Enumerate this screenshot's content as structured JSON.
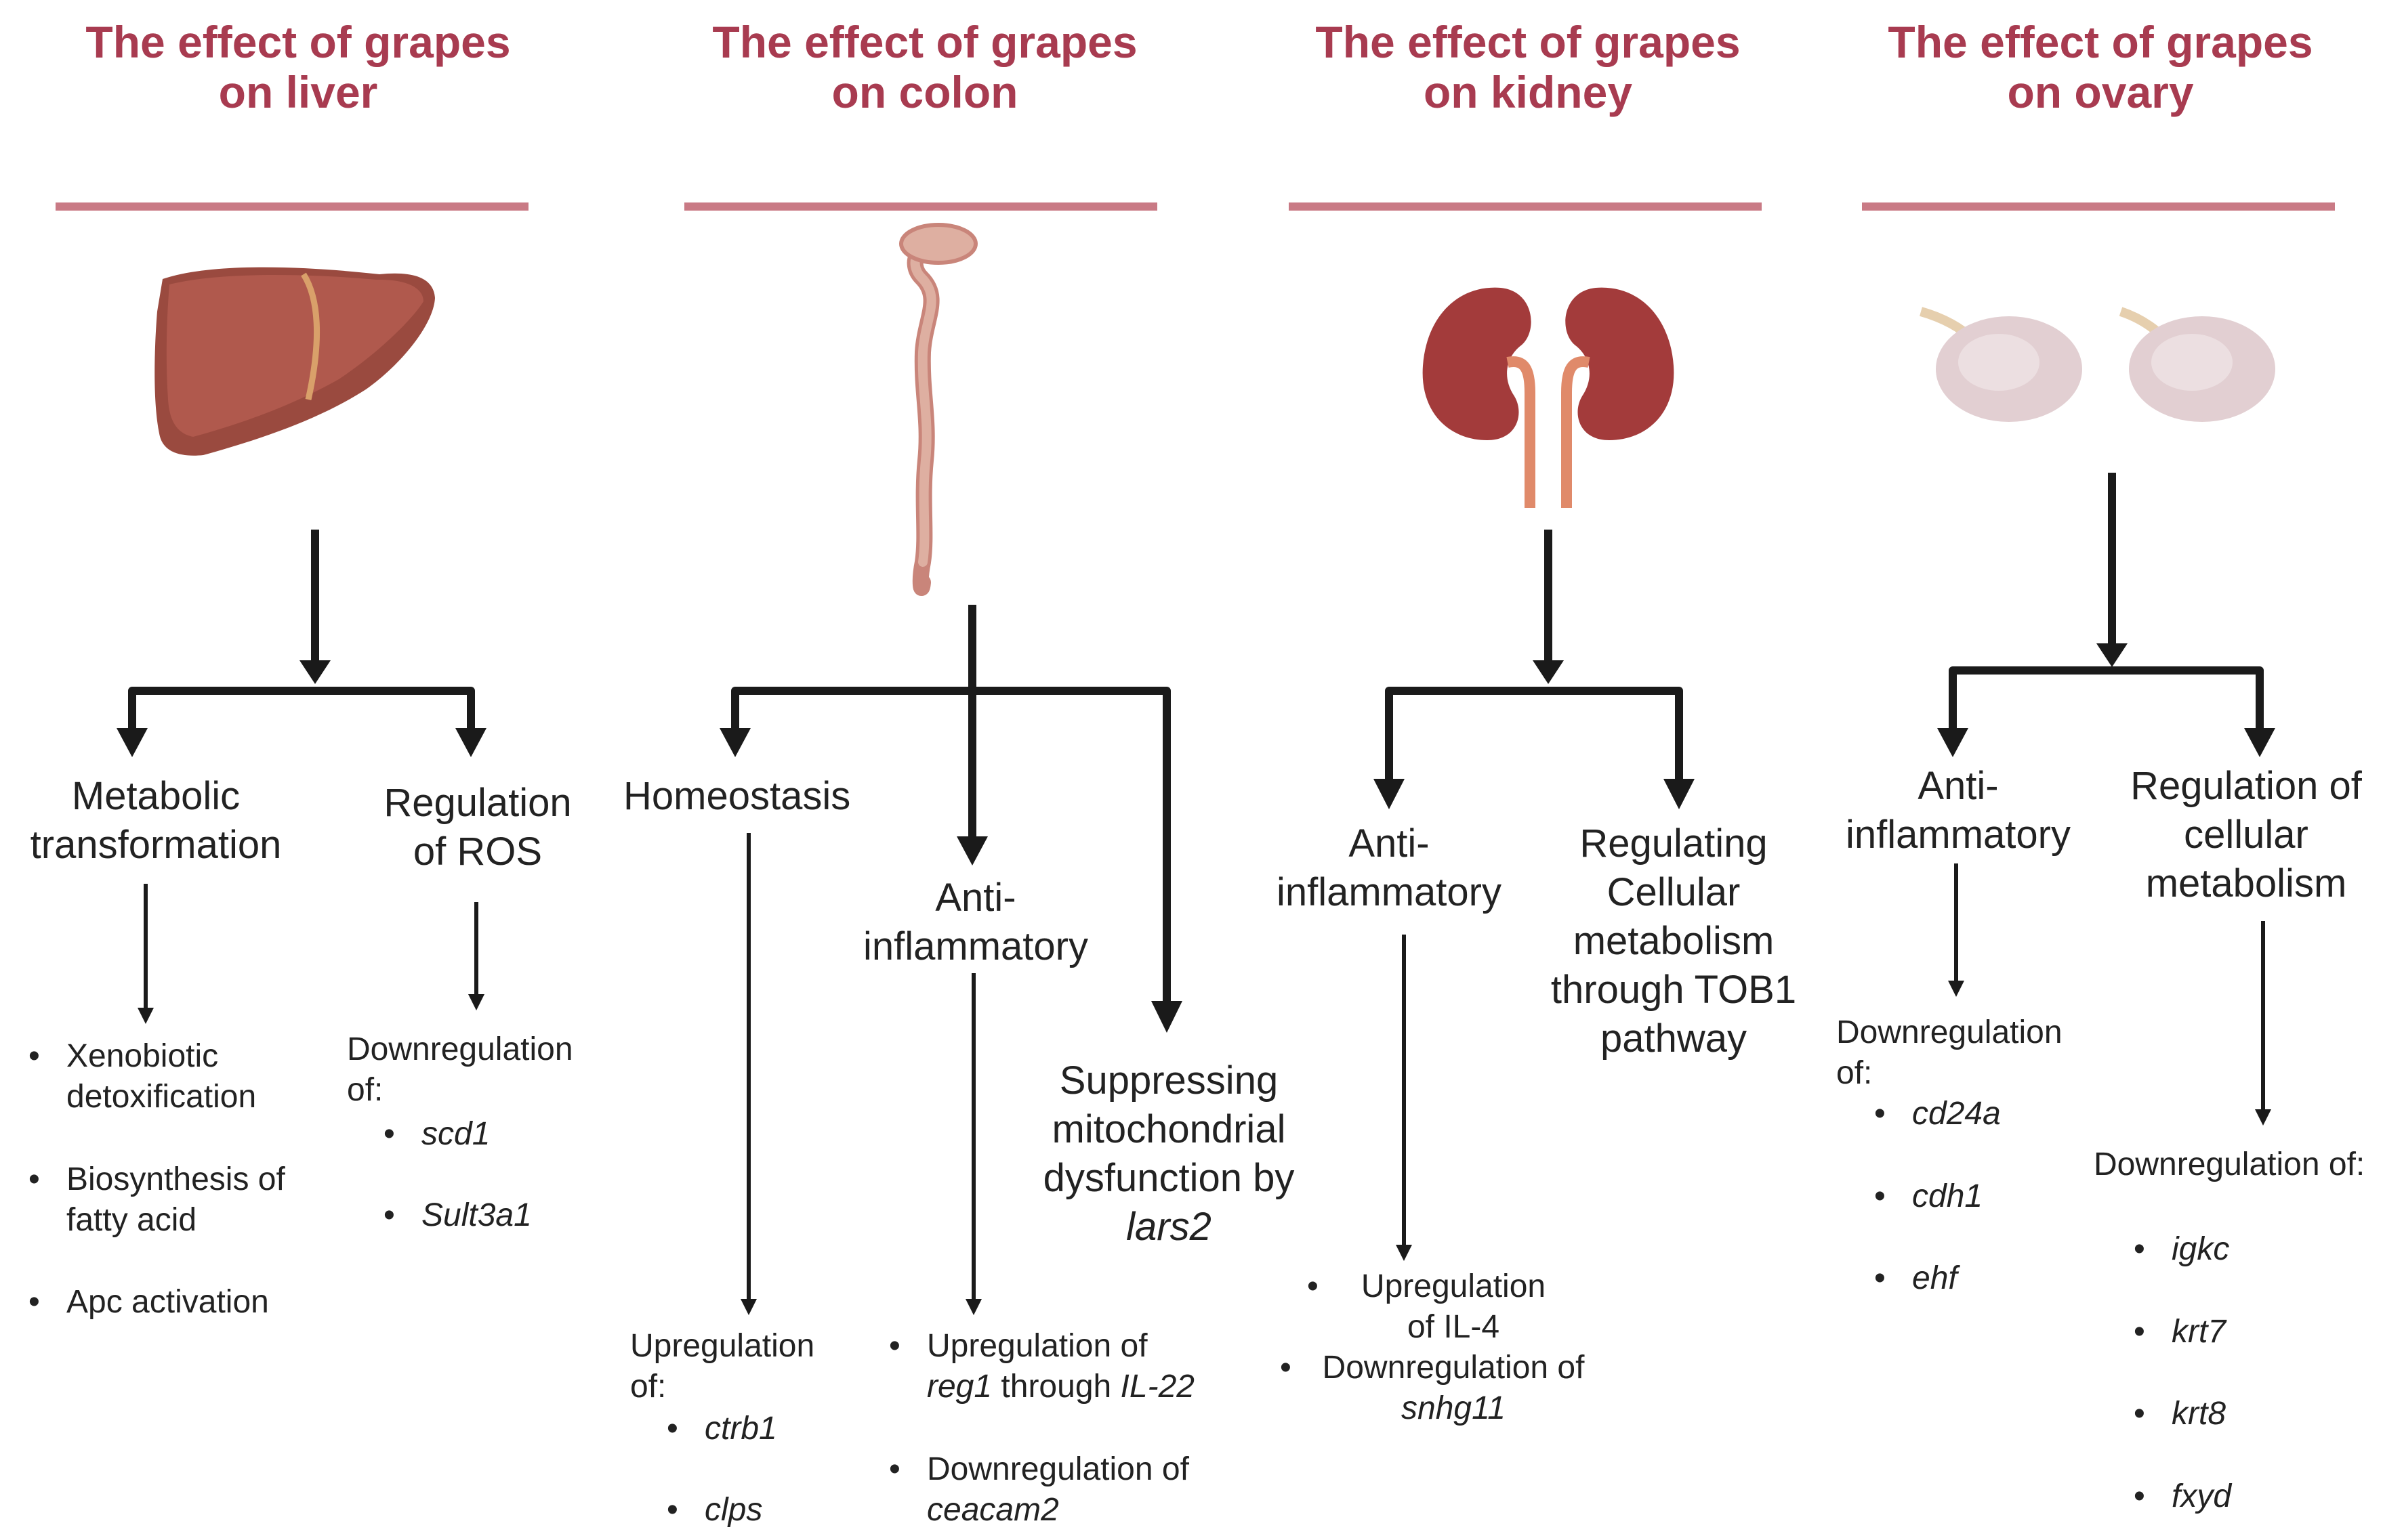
{
  "columns": [
    {
      "id": "liver",
      "title": "The effect of grapes on liver",
      "branches": [
        {
          "label": "Metabolic transformation",
          "items": [
            "Xenobiotic detoxification",
            "Biosynthesis of fatty acid",
            "Apc activation"
          ]
        },
        {
          "label": "Regulation of ROS",
          "heading": "Downregulation of:",
          "genes": [
            "scd1",
            "Sult3a1"
          ]
        }
      ]
    },
    {
      "id": "colon",
      "title": "The effect of grapes on colon",
      "branches": [
        {
          "label": "Homeostasis",
          "heading": "Upregulation of:",
          "genes": [
            "ctrb1",
            "clps"
          ]
        },
        {
          "label": "Anti-inflammatory",
          "items": [
            "Upregulation of reg1 through IL-22",
            "Downregulation of ceacam2"
          ]
        },
        {
          "label": "Suppressing mitochondrial dysfunction by lars2"
        }
      ]
    },
    {
      "id": "kidney",
      "title": "The effect of grapes on kidney",
      "branches": [
        {
          "label": "Anti-inflammatory",
          "items": [
            "Upregulation of IL-4",
            "Downregulation of snhg11"
          ]
        },
        {
          "label": "Regulating Cellular metabolism through TOB1 pathway"
        }
      ]
    },
    {
      "id": "ovary",
      "title": "The effect of grapes on ovary",
      "branches": [
        {
          "label": "Anti-inflammatory",
          "heading": "Downregulation of:",
          "genes": [
            "cd24a",
            "cdh1",
            "ehf"
          ]
        },
        {
          "label": "Regulation of cellular metabolism",
          "heading": "Downregulation of:",
          "genes": [
            "igkc",
            "krt7",
            "krt8",
            "fxyd"
          ]
        }
      ]
    }
  ],
  "colors": {
    "title": "#a83b50",
    "rule": "#c97a85",
    "liver": "#9a4a3f",
    "colon": "#d7a394",
    "kidney": "#a33b3b",
    "ovary": "#e8d4d6"
  }
}
